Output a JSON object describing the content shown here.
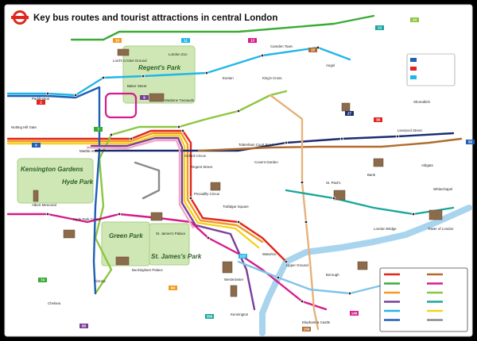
{
  "title": "Key bus routes and tourist attractions in central London",
  "parks": [
    {
      "id": "regents-park",
      "name": "Regent's Park",
      "sub": ""
    },
    {
      "id": "hyde-park",
      "name": "Hyde Park",
      "sub": "Kensington Gardens"
    },
    {
      "id": "green-park",
      "name": "Green Park",
      "sub": ""
    },
    {
      "id": "st-james-park",
      "name": "St. James's Park",
      "sub": ""
    }
  ],
  "places": [
    "Lord's Cricket Ground",
    "London Zoo",
    "Madame Tussauds",
    "Baker Street",
    "Marble Arch",
    "Oxford Circus",
    "Tottenham Court Road",
    "Regent Street",
    "Hyde Park Corner",
    "Buckingham Palace",
    "St. James's Palace",
    "Albert Memorial",
    "Piccadilly Circus",
    "Trafalgar Square",
    "Westminster",
    "Waterloo",
    "Covent Garden",
    "St. Paul's",
    "Bank",
    "Tower of London",
    "London Bridge",
    "King's Cross",
    "Euston",
    "Paddington",
    "Notting Hill Gate",
    "Victoria",
    "Chelsea",
    "Kennington",
    "Elephant & Castle",
    "Borough",
    "Upper Ground",
    "Liverpool Street",
    "Aldgate",
    "Angel",
    "Camden Town",
    "Whitechapel",
    "Shoreditch"
  ],
  "routes": [
    {
      "id": "r-red",
      "color": "#e1261c"
    },
    {
      "id": "r-orange",
      "color": "#f39a1f"
    },
    {
      "id": "r-yellow",
      "color": "#f4d21e"
    },
    {
      "id": "r-green",
      "color": "#3aaa35"
    },
    {
      "id": "r-lightgreen",
      "color": "#8cc63f"
    },
    {
      "id": "r-cyan",
      "color": "#21b6e7"
    },
    {
      "id": "r-blue",
      "color": "#1f5fb5"
    },
    {
      "id": "r-navy",
      "color": "#1a2c6e"
    },
    {
      "id": "r-purple",
      "color": "#7b3f98"
    },
    {
      "id": "r-magenta",
      "color": "#d61b8c"
    },
    {
      "id": "r-pink",
      "color": "#f2a6c8"
    },
    {
      "id": "r-brown",
      "color": "#b06c2c"
    },
    {
      "id": "r-tan",
      "color": "#e6b27a"
    },
    {
      "id": "r-teal",
      "color": "#1aa79c"
    },
    {
      "id": "r-lightblue",
      "color": "#7fc3ea"
    },
    {
      "id": "r-grey",
      "color": "#8a8a8a"
    }
  ],
  "legend": {
    "rows": [
      {
        "color": "#e1261c",
        "label": ""
      },
      {
        "color": "#3aaa35",
        "label": ""
      },
      {
        "color": "#f39a1f",
        "label": ""
      },
      {
        "color": "#7b3f98",
        "label": ""
      },
      {
        "color": "#21b6e7",
        "label": ""
      },
      {
        "color": "#1f5fb5",
        "label": ""
      },
      {
        "color": "#b06c2c",
        "label": ""
      },
      {
        "color": "#d61b8c",
        "label": ""
      },
      {
        "color": "#8cc63f",
        "label": ""
      },
      {
        "color": "#1aa79c",
        "label": ""
      },
      {
        "color": "#f4d21e",
        "label": ""
      },
      {
        "color": "#8a8a8a",
        "label": ""
      }
    ]
  },
  "key": {
    "rows": [
      {
        "color": "#1f5fb5",
        "label": ""
      },
      {
        "color": "#e1261c",
        "label": ""
      },
      {
        "color": "#21b6e7",
        "label": ""
      }
    ]
  },
  "badges": [
    "2",
    "6",
    "7",
    "9",
    "10",
    "11",
    "13",
    "15",
    "23",
    "24",
    "27",
    "38",
    "55",
    "74",
    "88",
    "94",
    "137",
    "148",
    "159",
    "390"
  ],
  "colors": {
    "logo": "#e1261c",
    "park": "#cfe7b5",
    "river": "#a8d4ee",
    "background": "#000000",
    "paper": "#ffffff"
  }
}
